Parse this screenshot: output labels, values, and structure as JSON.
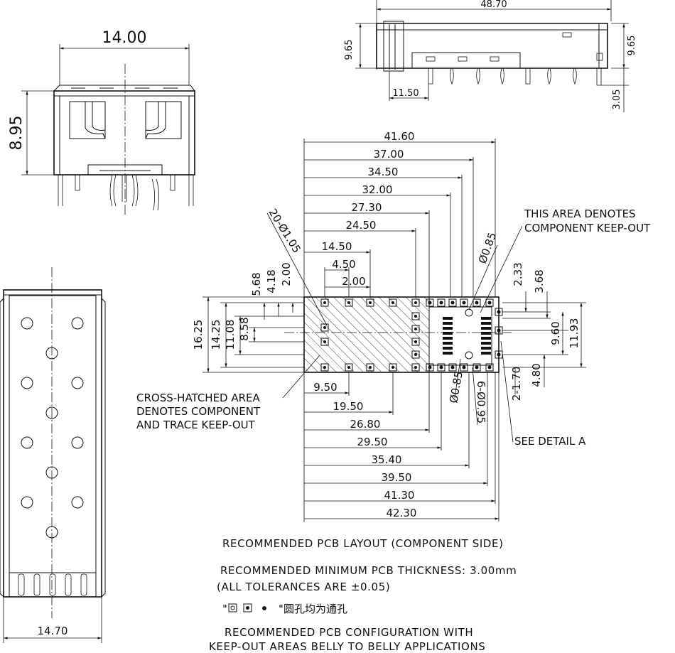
{
  "front_view": {
    "width": "14.00",
    "height": "8.95"
  },
  "side_view": {
    "length": "48.70",
    "height_left": "9.65",
    "height_right": "9.65",
    "offset": "11.50",
    "tail": "3.05"
  },
  "bottom_view": {
    "width": "14.70"
  },
  "pcb_dims_top": [
    "41.60",
    "37.00",
    "34.50",
    "32.00",
    "27.30",
    "24.50",
    "14.50",
    "4.50",
    "2.00"
  ],
  "pcb_dims_bottom": [
    "9.50",
    "19.50",
    "26.80",
    "29.50",
    "35.40",
    "39.50",
    "41.30",
    "42.30"
  ],
  "pcb_dims_left": [
    "16.25",
    "14.25",
    "11.08",
    "8.58",
    "5.68",
    "4.18",
    "2.00"
  ],
  "pcb_dims_right": [
    "2.33",
    "3.68",
    "9.60",
    "11.93",
    "4.80",
    "2-1.70"
  ],
  "pcb_holes": {
    "hole_spec": "20-Ø1.05",
    "dia_top": "Ø0.85",
    "dia_bottom": "Ø0.85",
    "pin_spec": "6-Ø0.95"
  },
  "labels": {
    "keepout_area": [
      "THIS AREA DENOTES",
      "COMPONENT KEEP-OUT"
    ],
    "crosshatch": [
      "CROSS-HATCHED AREA",
      "DENOTES COMPONENT",
      "AND TRACE KEEP-OUT"
    ],
    "detail": "SEE DETAIL A"
  },
  "notes": {
    "layout_title": "RECOMMENDED PCB LAYOUT (COMPONENT SIDE)",
    "thickness": "RECOMMENDED MINIMUM PCB THICKNESS: 3.00mm",
    "tolerance": "(ALL TOLERANCES ARE ±0.05)",
    "holes_note": "圆孔均为通孔",
    "config_line1": "RECOMMENDED PCB CONFIGURATION WITH",
    "config_line2": "KEEP-OUT AREAS BELLY TO BELLY APPLICATIONS"
  }
}
